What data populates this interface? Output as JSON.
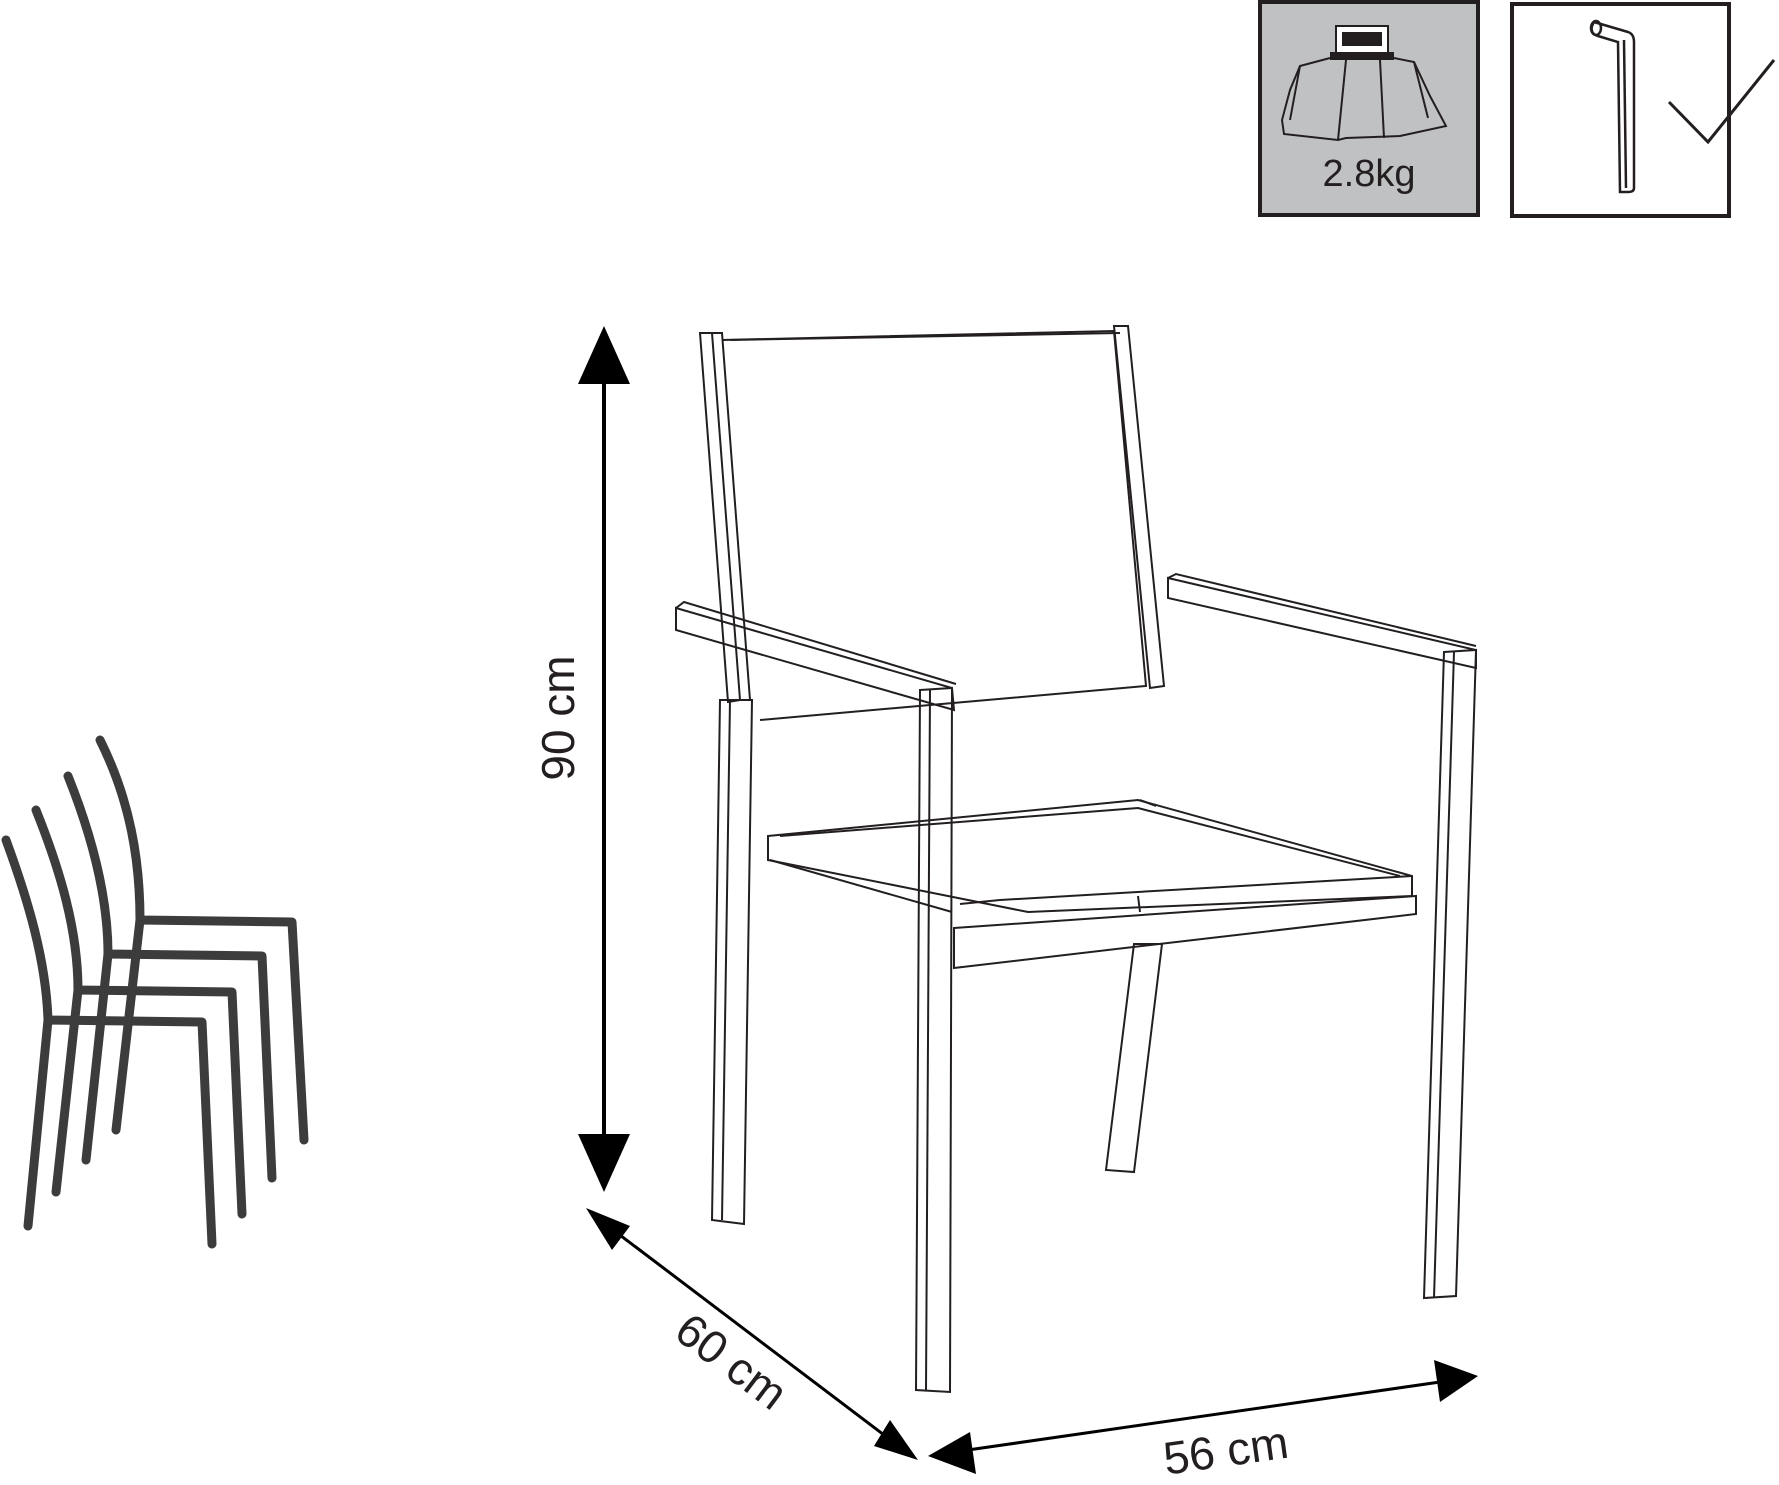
{
  "weight_badge": {
    "text": "2.8kg",
    "icon": "box-weight-icon",
    "background": "#c0c1c3",
    "border": "#231f20"
  },
  "tool_badge": {
    "icon": "allen-key-icon",
    "check_icon": "checkmark-icon"
  },
  "dimensions": {
    "height": "90 cm",
    "depth": "60 cm",
    "width": "56 cm"
  },
  "illustrations": {
    "stack_icon": "stacked-chairs-icon",
    "chair_icon": "armchair-line-drawing"
  },
  "colors": {
    "line": "#231f20",
    "badge_fill": "#c0c1c3"
  }
}
